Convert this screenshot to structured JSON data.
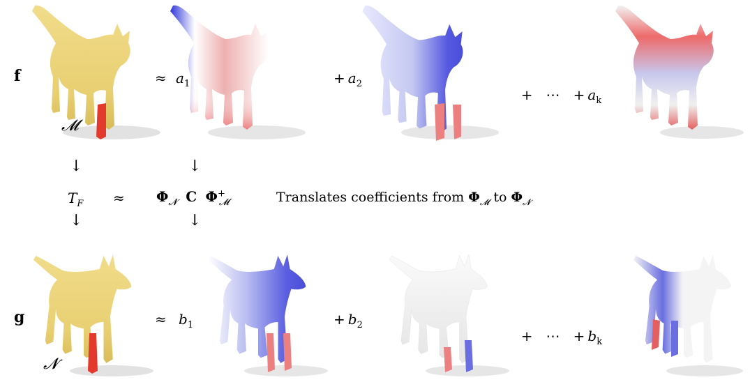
{
  "top_row": {
    "func_label": "f",
    "shape_label": "𝓜",
    "approx": "≈",
    "coef1": "a",
    "coef1_sub": "1",
    "plus2": "+",
    "coef2": "a",
    "coef2_sub": "2",
    "plus_dots": "+   ⋯   +",
    "coefk": "a",
    "coefk_sub": "k"
  },
  "bottom_row": {
    "func_label": "g",
    "shape_label": "𝓝",
    "approx": "≈",
    "coef1": "b",
    "coef1_sub": "1",
    "plus2": "+",
    "coef2": "b",
    "coef2_sub": "2",
    "plus_dots": "+   ⋯   +",
    "coefk": "b",
    "coefk_sub": "k"
  },
  "middle": {
    "arrow": "↓",
    "map": "T",
    "map_sub": "F",
    "approx": "≈",
    "phi_n": "Φ",
    "phi_n_sub": "𝓝",
    "c": "C",
    "phi_m": "Φ",
    "phi_m_sub": "𝓜",
    "phi_m_sup": "+",
    "caption_text": "Translates coefficients from",
    "caption_phi_m": "Φ",
    "caption_phi_m_sub": "𝓜",
    "caption_to": "to",
    "caption_phi_n": "Φ",
    "caption_phi_n_sub": "𝓝"
  },
  "colors": {
    "yellow": "#e8cf72",
    "red": "#e23a2c",
    "blue": "#6a6ee0",
    "white": "#f4f4f4",
    "pink": "#eeaaaa",
    "shadow": "#d8d8d8"
  }
}
